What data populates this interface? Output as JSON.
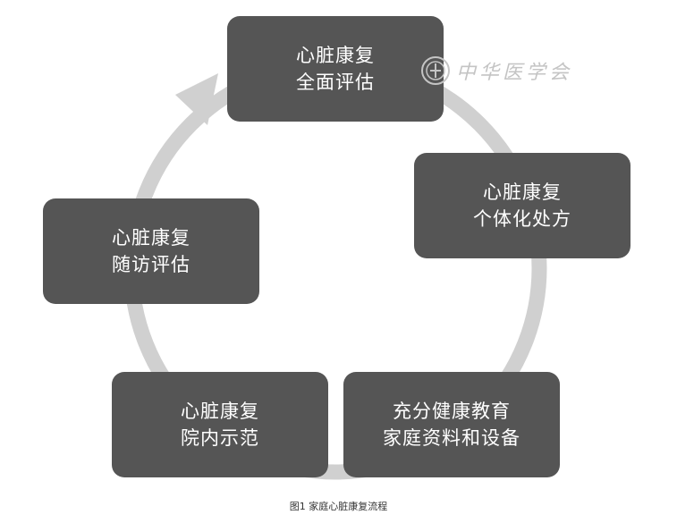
{
  "diagram": {
    "nodes": [
      {
        "line1": "心脏康复",
        "line2": "全面评估"
      },
      {
        "line1": "心脏康复",
        "line2": "个体化处方"
      },
      {
        "line1": "充分健康教育",
        "line2": "家庭资料和设备"
      },
      {
        "line1": "心脏康复",
        "line2": "院内示范"
      },
      {
        "line1": "心脏康复",
        "line2": "随访评估"
      }
    ],
    "cycle_color": "#d0d0d0",
    "node_color": "#555555"
  },
  "watermark": {
    "text": "中华医学会"
  },
  "caption": "图1 家庭心脏康复流程"
}
